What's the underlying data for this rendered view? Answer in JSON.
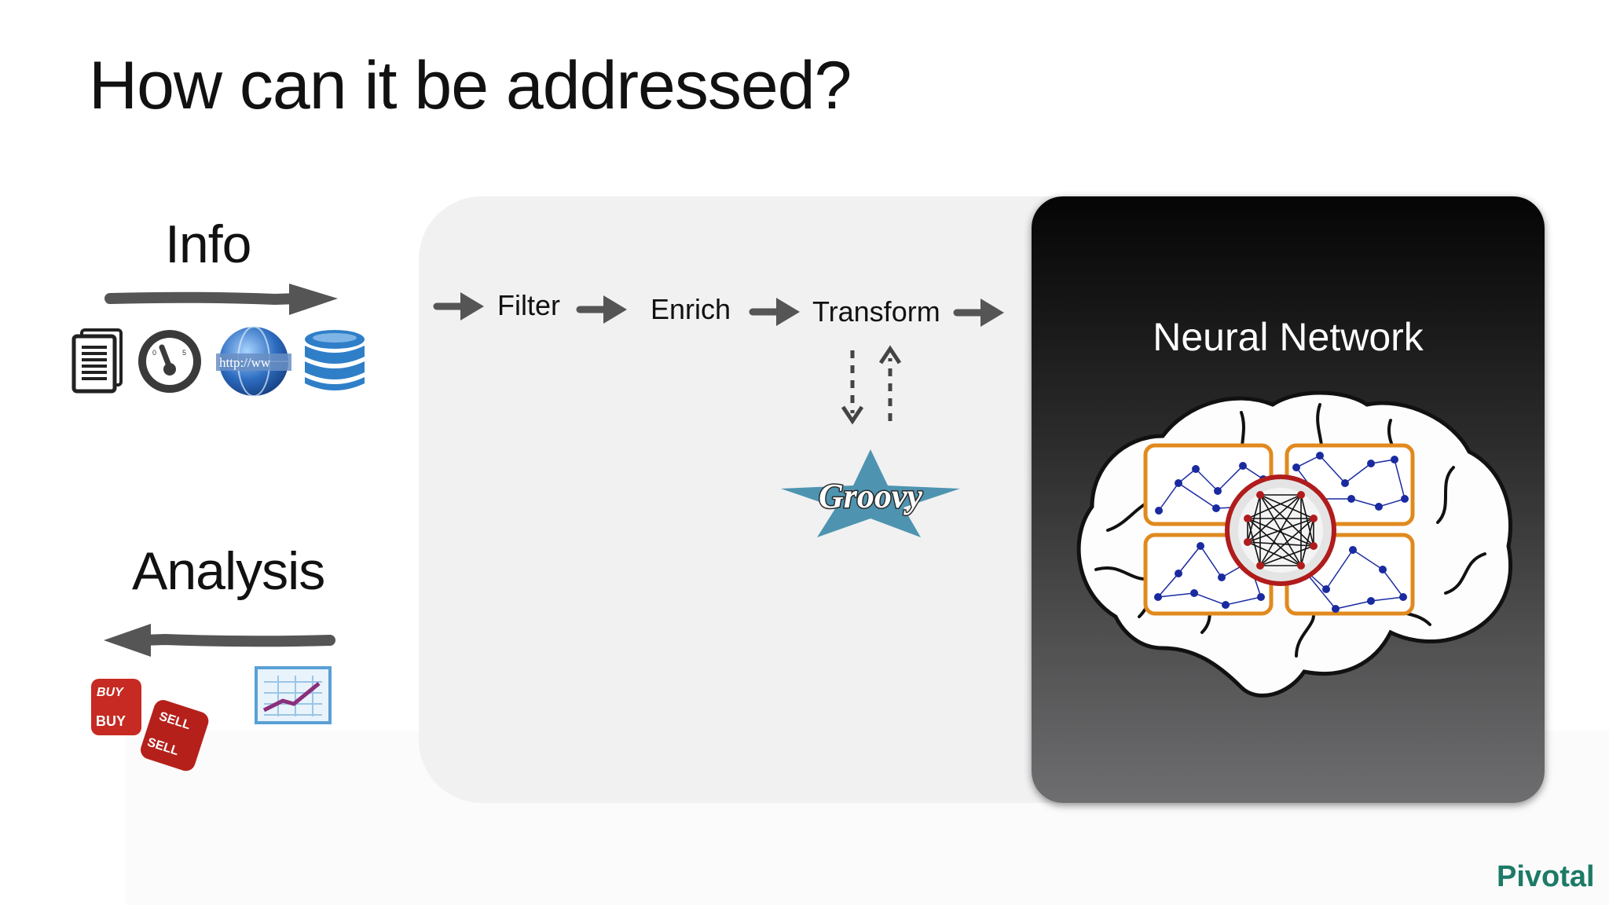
{
  "slide": {
    "title": "How can it be addressed?",
    "info_label": "Info",
    "analysis_label": "Analysis",
    "pipeline_steps": [
      "Filter",
      "Enrich",
      "Transform"
    ],
    "neural_network_label": "Neural Network",
    "groovy_logo_text": "Groovy",
    "brand_logo": "Pivotal"
  },
  "icons": {
    "info_sources": [
      "document-icon",
      "gauge-icon",
      "web-globe-icon",
      "database-icon"
    ],
    "analysis_outputs": [
      "buy-sell-dice-icon",
      "line-chart-icon"
    ]
  },
  "colors": {
    "brand": "#1d7a66",
    "arrow": "#555555",
    "panel_light": "#f1f1f2",
    "panel_dark": "#050505",
    "brain_box": "#e08a1e",
    "node": "#1a2aa0",
    "core_ring": "#b01c1c"
  }
}
